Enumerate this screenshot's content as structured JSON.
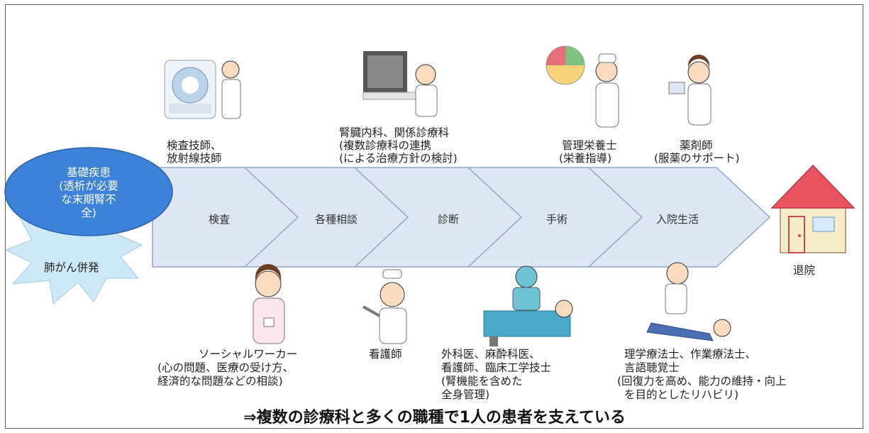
{
  "patient": {
    "title": "基礎疾患",
    "lines": [
      "(透析が必要",
      "な末期腎不",
      "全)"
    ],
    "complication": "肺がん併発"
  },
  "stages": [
    "検査",
    "各種相談",
    "診断",
    "手術",
    "入院生活"
  ],
  "discharge": "退院",
  "top_roles": [
    {
      "lines": [
        "検査技師、",
        "放射線技師"
      ]
    },
    {
      "lines": [
        "腎臓内科、関係診療科",
        "(複数診療科の連携",
        "(による治療方針の検討)"
      ]
    },
    {
      "lines": [
        "管理栄養士",
        "(栄養指導)"
      ]
    },
    {
      "lines": [
        "薬剤師",
        "(服薬のサポート)"
      ]
    }
  ],
  "bottom_roles": [
    {
      "lines": [
        "ソーシャルワーカー",
        "(心の問題、医療の受け方、",
        "経済的な問題などの相談)"
      ]
    },
    {
      "lines": [
        "看護師"
      ]
    },
    {
      "lines": [
        "外科医、麻酔科医、",
        "看護師、臨床工学技士",
        "(腎機能を含めた",
        "全身管理)"
      ]
    },
    {
      "lines": [
        "理学療法士、作業療法士、",
        "言語聴覚士",
        "(回復力を高め、能力の維持・向上",
        "を目的としたリハビリ)"
      ]
    }
  ],
  "summary": "⇒複数の診療科と多くの職種で1人の患者を支えている",
  "colors": {
    "ellipse": "#3b82d8",
    "burst": "#cde8f7",
    "arrow_fill": "#dde6f2",
    "arrow_stroke": "#93a8c4",
    "house_roof": "#e8535f",
    "house_wall": "#f6ecc8"
  }
}
